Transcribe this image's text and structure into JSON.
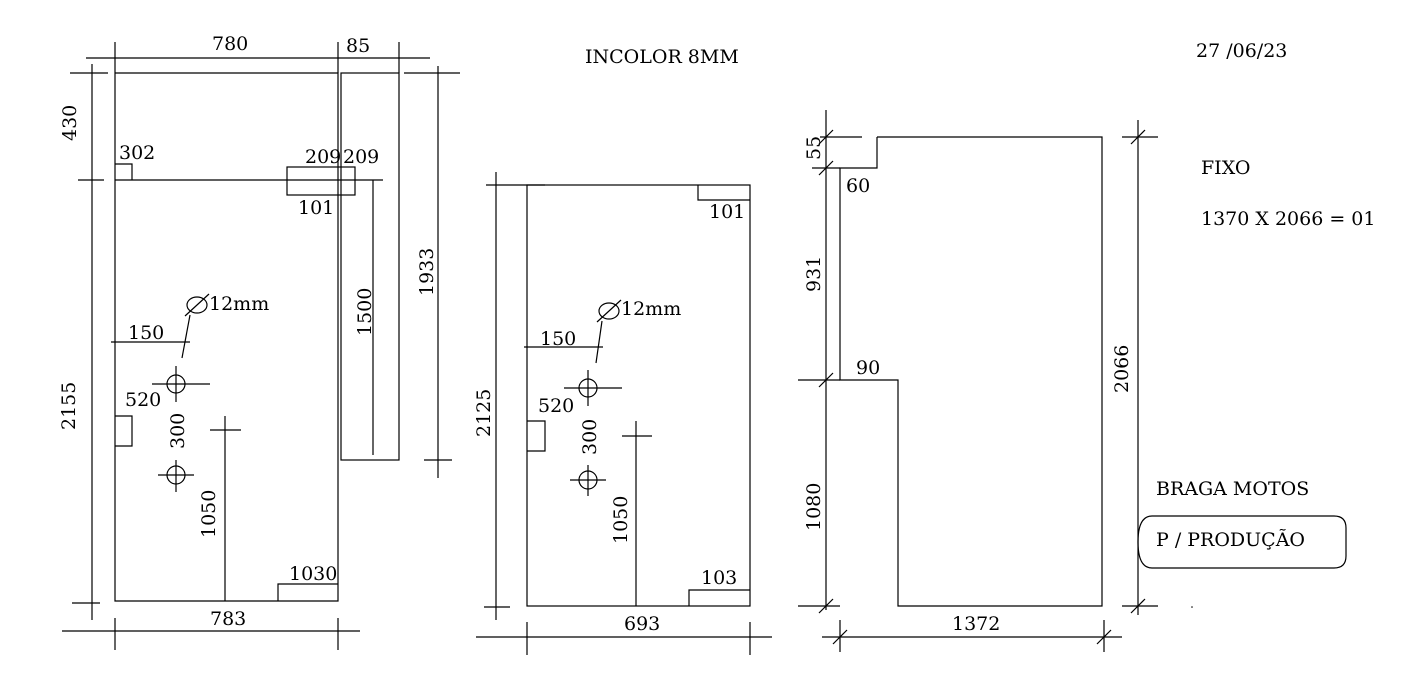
{
  "header": {
    "material": "INCOLOR 8MM",
    "date": "27 /06/23"
  },
  "piece1": {
    "top_width": "780",
    "top_right_width": "85",
    "height_top": "430",
    "height_bottom": "2155",
    "notch_302": "302",
    "hinge_left": "209",
    "hinge_right": "209",
    "hinge_offset": "101",
    "side_height": "1500",
    "side_total": "1933",
    "hole_label": "12mm",
    "hole_offset": "150",
    "lock_height": "520",
    "hole_spacing": "300",
    "handle_height": "1050",
    "bottom_notch": "1030",
    "bottom_width": "783"
  },
  "piece2": {
    "height": "2125",
    "top_notch": "101",
    "hole_label": "12mm",
    "hole_offset": "150",
    "lock_height": "520",
    "hole_spacing": "300",
    "handle_height": "1050",
    "bottom_notch": "103",
    "bottom_width": "693"
  },
  "piece3": {
    "top_step": "55",
    "step_width": "60",
    "mid_height": "931",
    "mid_step": "90",
    "bottom_height": "1080",
    "height": "2066",
    "bottom_width": "1372"
  },
  "notes": {
    "type": "FIXO",
    "size_qty": "1370 X 2066 = 01",
    "client": "BRAGA MOTOS",
    "purpose": "P / PRODUÇÃO"
  }
}
